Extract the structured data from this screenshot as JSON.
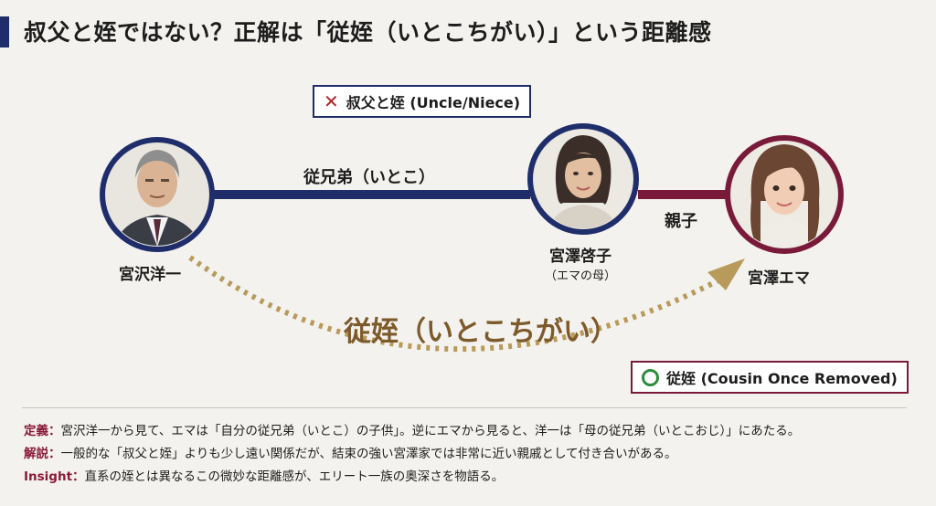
{
  "title": "叔父と姪ではない？正解は「従姪（いとこちがい）」という距離感",
  "colors": {
    "navy": "#1f2d6b",
    "maroon": "#7a1a3a",
    "gold": "#b89a5a",
    "cross": "#b22222",
    "circle": "#2e8b3d"
  },
  "wrong_label": {
    "icon": "cross-icon",
    "text": "叔父と姪 (Uncle/Niece)"
  },
  "right_label": {
    "icon": "circle-icon",
    "text": "従姪 (Cousin Once Removed)"
  },
  "nodes": {
    "yoichi": {
      "name": "宮沢洋一",
      "portrait": "older-man-portrait"
    },
    "keiko": {
      "name": "宮澤啓子",
      "note": "（エマの母）",
      "portrait": "woman-portrait"
    },
    "ema": {
      "name": "宮澤エマ",
      "portrait": "young-woman-portrait"
    }
  },
  "edges": {
    "cousin": "従兄弟（いとこ）",
    "parent": "親子",
    "arc": "従姪（いとこちがい）"
  },
  "notes": [
    {
      "key": "定義：",
      "text": "宮沢洋一から見て、エマは「自分の従兄弟（いとこ）の子供」。逆にエマから見ると、洋一は「母の従兄弟（いとこおじ）」にあたる。"
    },
    {
      "key": "解説：",
      "text": "一般的な「叔父と姪」よりも少し遠い関係だが、結束の強い宮澤家では非常に近い親戚として付き合いがある。"
    },
    {
      "key": "Insight：",
      "text": "直系の姪とは異なるこの微妙な距離感が、エリート一族の奥深さを物語る。"
    }
  ]
}
